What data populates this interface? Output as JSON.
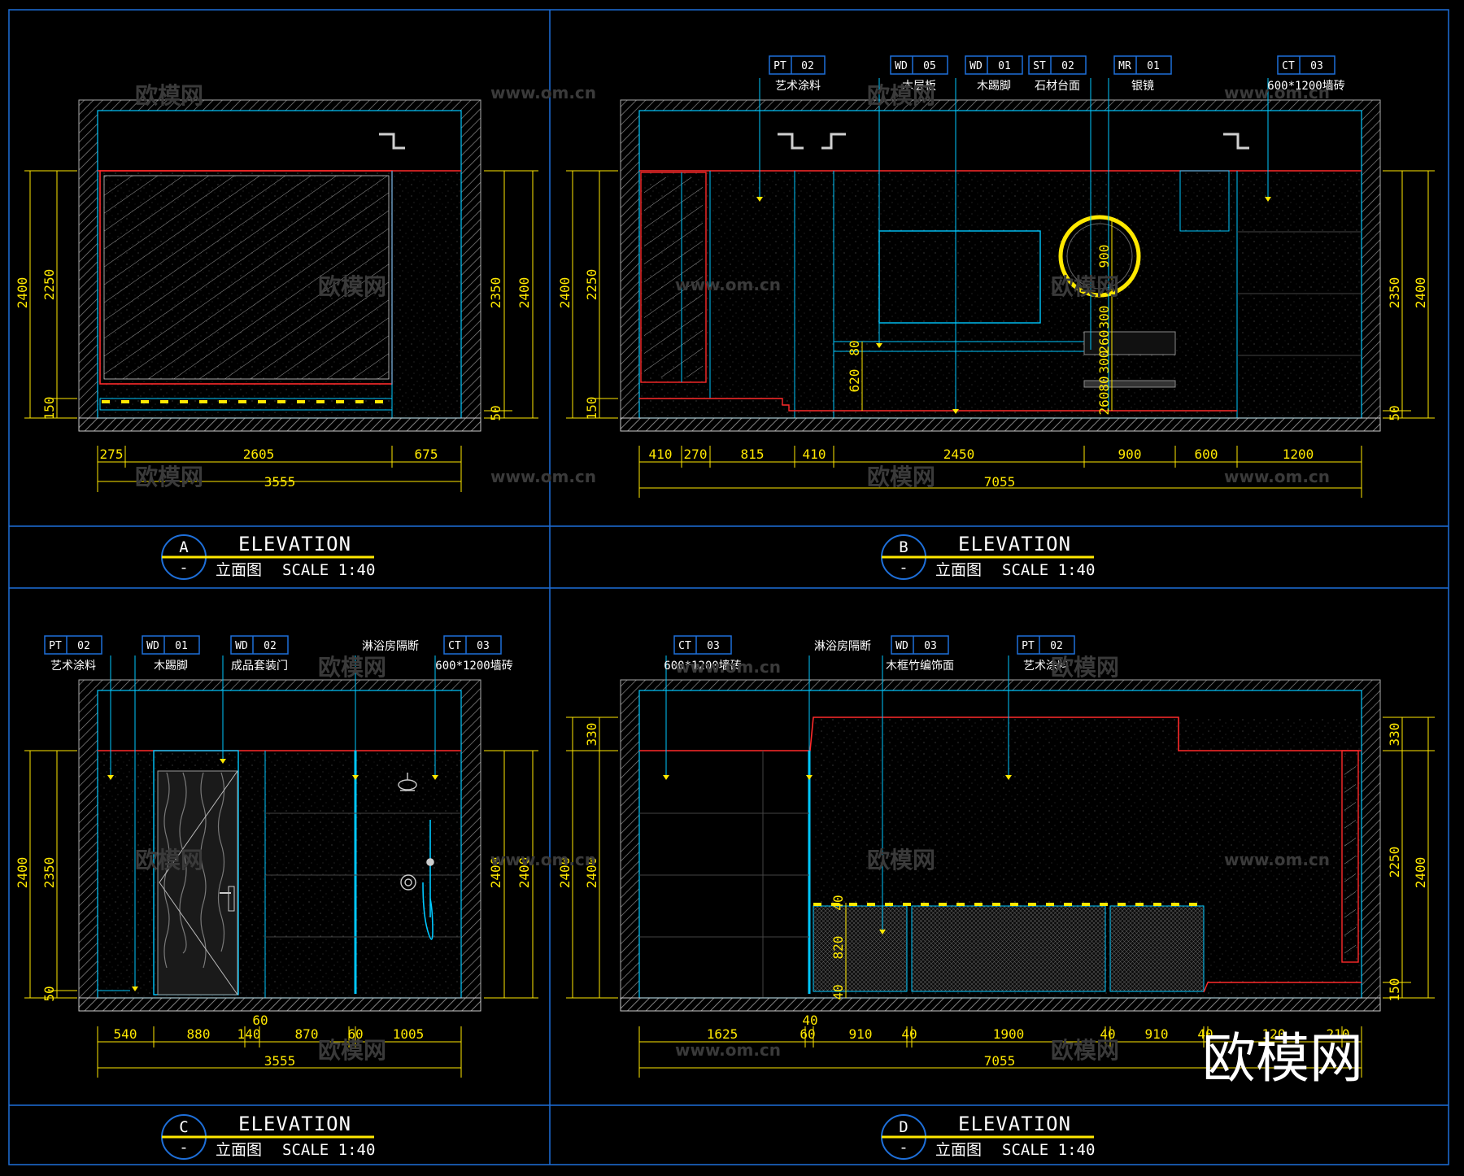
{
  "brand": "欧模网",
  "watermark": {
    "cn": "欧模网",
    "url": "www.om.cn"
  },
  "panels": {
    "A": {
      "letter": "A",
      "dash": "-",
      "title": "ELEVATION",
      "subtitle": "立面图",
      "scale": "SCALE 1:40",
      "left_dims": [
        "2400",
        "2250",
        "150"
      ],
      "right_dims": [
        "2350",
        "2400",
        "50"
      ],
      "bottom_dims": [
        "275",
        "2605",
        "675"
      ],
      "total": "3555"
    },
    "B": {
      "letter": "B",
      "dash": "-",
      "title": "ELEVATION",
      "subtitle": "立面图",
      "scale": "SCALE 1:40",
      "tags": [
        {
          "code": "PT",
          "num": "02",
          "label": "艺术涂料"
        },
        {
          "code": "WD",
          "num": "05",
          "label": "木层板"
        },
        {
          "code": "WD",
          "num": "01",
          "label": "木踢脚"
        },
        {
          "code": "ST",
          "num": "02",
          "label": "石材台面"
        },
        {
          "code": "MR",
          "num": "01",
          "label": "银镜"
        },
        {
          "code": "CT",
          "num": "03",
          "label": "600*1200墙砖"
        }
      ],
      "left_dims": [
        "2400",
        "2250",
        "150"
      ],
      "right_dims": [
        "2350",
        "2400",
        "50"
      ],
      "inner_dims": [
        "80",
        "620",
        "900",
        "300",
        "260",
        "300",
        "80",
        "260"
      ],
      "bottom_dims": [
        "410",
        "270",
        "815",
        "410",
        "2450",
        "900",
        "600",
        "1200"
      ],
      "total": "7055"
    },
    "C": {
      "letter": "C",
      "dash": "-",
      "title": "ELEVATION",
      "subtitle": "立面图",
      "scale": "SCALE 1:40",
      "tags": [
        {
          "code": "PT",
          "num": "02",
          "label": "艺术涂料"
        },
        {
          "code": "WD",
          "num": "01",
          "label": "木踢脚"
        },
        {
          "code": "WD",
          "num": "02",
          "label": "成品套装门"
        },
        {
          "code": "",
          "num": "",
          "label": "淋浴房隔断"
        },
        {
          "code": "CT",
          "num": "03",
          "label": "600*1200墙砖"
        }
      ],
      "left_dims": [
        "2400",
        "2350",
        "50"
      ],
      "right_dims": [
        "2400",
        "2400"
      ],
      "top_dim": "60",
      "bottom_dims": [
        "540",
        "880",
        "140",
        "870",
        "60",
        "1005"
      ],
      "total": "3555"
    },
    "D": {
      "letter": "D",
      "dash": "-",
      "title": "ELEVATION",
      "subtitle": "立面图",
      "scale": "SCALE 1:40",
      "tags": [
        {
          "code": "CT",
          "num": "03",
          "label": "600*1200墙砖"
        },
        {
          "code": "",
          "num": "",
          "label": "淋浴房隔断"
        },
        {
          "code": "WD",
          "num": "03",
          "label": "木框竹编饰面"
        },
        {
          "code": "PT",
          "num": "02",
          "label": "艺术涂料"
        }
      ],
      "left_dims": [
        "330",
        "2400",
        "2400"
      ],
      "right_dims": [
        "330",
        "2250",
        "2400",
        "150"
      ],
      "inner_dims": [
        "40",
        "820",
        "40"
      ],
      "top_dim": "40",
      "bottom_dims": [
        "1625",
        "60",
        "910",
        "40",
        "1900",
        "40",
        "910",
        "40",
        "120",
        "210"
      ],
      "total": "7055"
    }
  }
}
